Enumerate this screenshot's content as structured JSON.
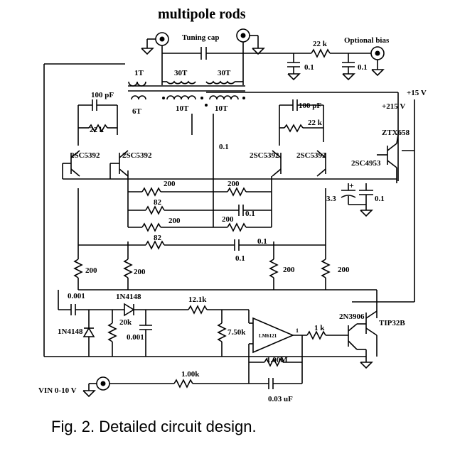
{
  "title": "multipole rods",
  "caption": "Fig. 2.  Detailed circuit design.",
  "labels": {
    "tuning_cap": "Tuning cap",
    "bias_res": "22 k",
    "optional_bias": "Optional bias",
    "cap_01_a": "0.1",
    "cap_01_b": "0.1",
    "turns_1t": "1T",
    "turns_30t_a": "30T",
    "turns_30t_b": "30T",
    "turns_6t": "6T",
    "turns_10t_a": "10T",
    "turns_10t_b": "10T",
    "cap_100pf_a": "100 pF",
    "cap_100pf_b": "100 pF",
    "res_22k_a": "22 k",
    "res_22k_b": "22 k",
    "plus_15v": "+15 V",
    "plus_215v": "+215 V",
    "ztx": "ZTX658",
    "q_left_a": "2SC5392",
    "q_left_b": "2SC5392",
    "q_right_a": "2SC5392",
    "q_right_b": "2SC5392",
    "q_2sc4953": "2SC4953",
    "cap_01_c": "0.1",
    "r200_a": "200",
    "r200_b": "200",
    "r82_a": "82",
    "cap_01_d": "0.1",
    "r200_c": "200",
    "r200_d": "200",
    "r82_b": "82",
    "cap_01_e": "0.1",
    "cap_01_f": "0.1",
    "cap_33": "3.3",
    "plus_sign": "+",
    "cap_01_g": "0.1",
    "r200_e": "200",
    "r200_f": "200",
    "r200_g": "200",
    "r200_h": "200",
    "cap_0001_a": "0.001",
    "d_1n4148_a": "1N4148",
    "res_121k": "12.1k",
    "d_1n4148_b": "1N4148",
    "res_20k": "20k",
    "cap_0001_b": "0.001",
    "res_750k": "7.50k",
    "opamp": "LM6121",
    "opamp_pin": "1",
    "res_1k": "1 k",
    "q_2n3906": "2N3906",
    "q_tip32b": "TIP32B",
    "res_100m": "1.00M",
    "res_100k": "1.00k",
    "cap_003uf": "0.03 uF",
    "vin": "VIN 0-10 V"
  }
}
